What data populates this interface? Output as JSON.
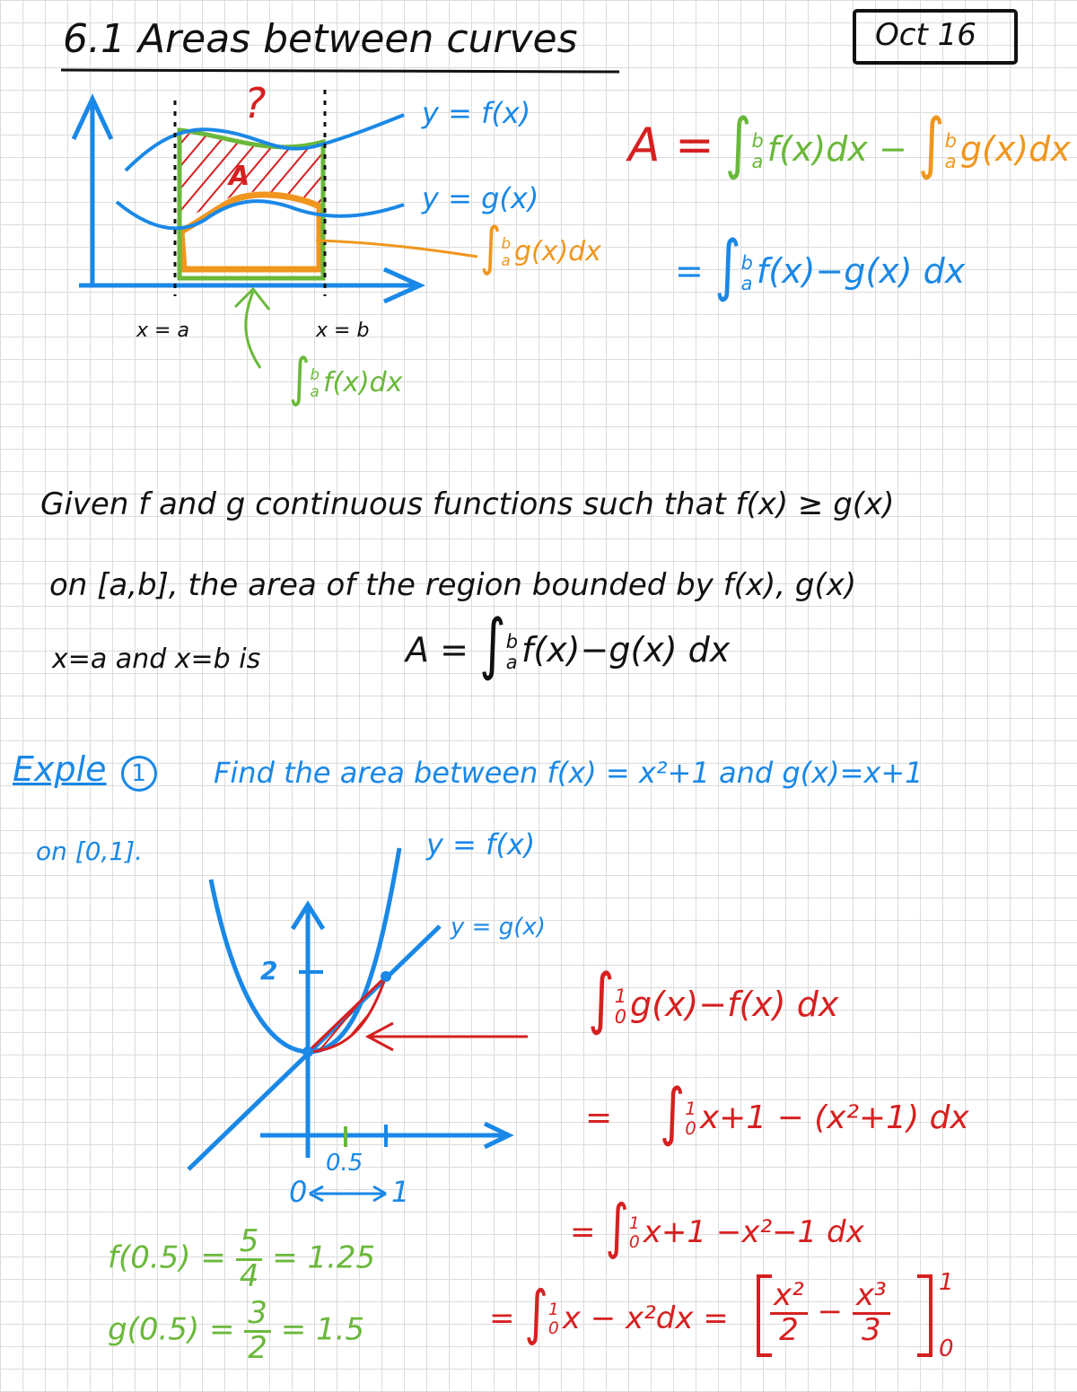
{
  "header": {
    "title": "6.1 Areas between curves",
    "date": "Oct 16"
  },
  "diagram1": {
    "label_f": "y = f(x)",
    "label_g": "y = g(x)",
    "label_a": "x = a",
    "label_b": "x = b",
    "question_mark": "?",
    "region_label": "A",
    "orange_integral": {
      "lower": "a",
      "upper": "b",
      "expr": "g(x)dx"
    },
    "green_integral": {
      "lower": "a",
      "upper": "b",
      "expr": "f(x)dx"
    }
  },
  "formula": {
    "lhs": "A =",
    "term1": {
      "lower": "a",
      "upper": "b",
      "expr": "f(x)dx"
    },
    "minus": "−",
    "term2": {
      "lower": "a",
      "upper": "b",
      "expr": "g(x)dx"
    },
    "eq2": "=",
    "combined": {
      "lower": "a",
      "upper": "b",
      "expr": "f(x)−g(x) dx"
    }
  },
  "theorem": {
    "line1": "Given f and g continuous functions such that f(x) ≥ g(x)",
    "line2": "on [a,b], the area of the region bounded by f(x), g(x)",
    "line3": "x=a and x=b is",
    "formula_lhs": "A =",
    "formula": {
      "lower": "a",
      "upper": "b",
      "expr": "f(x)−g(x) dx"
    }
  },
  "example": {
    "heading": "Exple",
    "number": "1",
    "problem": "Find the area between f(x) = x²+1 and g(x)=x+1",
    "interval": "on [0,1].",
    "graph": {
      "label_f": "y = f(x)",
      "label_g": "y = g(x)",
      "tick_2": "2",
      "tick_05": "0.5",
      "origin": "0",
      "tick_1": "1"
    },
    "green_work": {
      "f_lhs": "f(0.5) =",
      "f_num": "5",
      "f_den": "4",
      "f_val": "= 1.25",
      "g_lhs": "g(0.5) =",
      "g_num": "3",
      "g_den": "2",
      "g_val": "= 1.5"
    },
    "red_work": {
      "step1": {
        "lower": "0",
        "upper": "1",
        "expr": "g(x)−f(x) dx"
      },
      "step2_eq": "=",
      "step2": {
        "lower": "0",
        "upper": "1",
        "expr": "x+1 − (x²+1) dx"
      },
      "step3_eq": "=",
      "step3": {
        "lower": "0",
        "upper": "1",
        "expr": "x+1 −x²−1 dx"
      },
      "step4_eq": "=",
      "step4": {
        "lower": "0",
        "upper": "1",
        "expr": "x − x²dx ="
      },
      "bracket_num1": "x²",
      "bracket_den1": "2",
      "bracket_minus": "−",
      "bracket_num2": "x³",
      "bracket_den2": "3",
      "bracket_upper": "1",
      "bracket_lower": "0"
    }
  },
  "colors": {
    "black": "#111111",
    "blue": "#1a88e6",
    "red": "#d62020",
    "green": "#6ab83a",
    "orange": "#f0961e",
    "grid": "#dcdcdc"
  }
}
